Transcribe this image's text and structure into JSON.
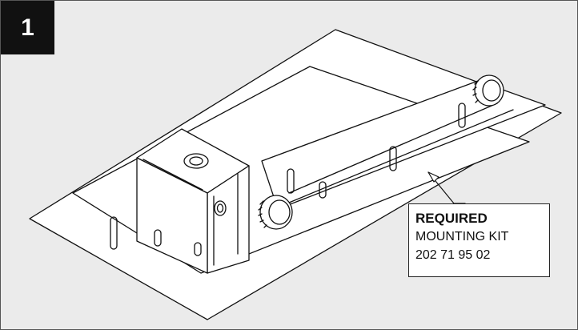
{
  "step": {
    "number": "1"
  },
  "callout": {
    "title": "REQUIRED",
    "line1": "MOUNTING KIT",
    "line2": "202 71 95 02"
  }
}
